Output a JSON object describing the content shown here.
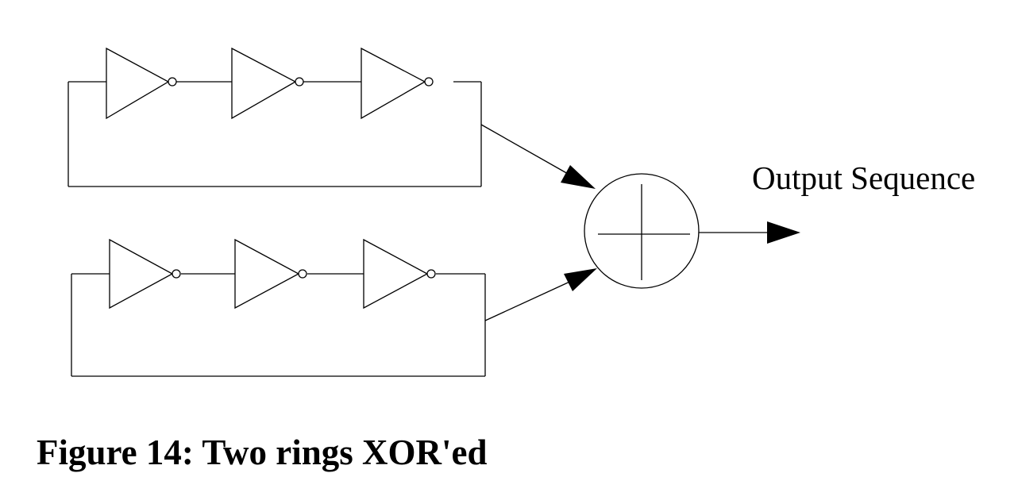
{
  "diagram": {
    "output_label": "Output Sequence",
    "xor_symbol": "xor-circle-plus",
    "rings": [
      {
        "name": "top-ring",
        "inverter_count": 3
      },
      {
        "name": "bottom-ring",
        "inverter_count": 3
      }
    ]
  },
  "caption": {
    "text": "Figure 14: Two rings XOR'ed"
  }
}
